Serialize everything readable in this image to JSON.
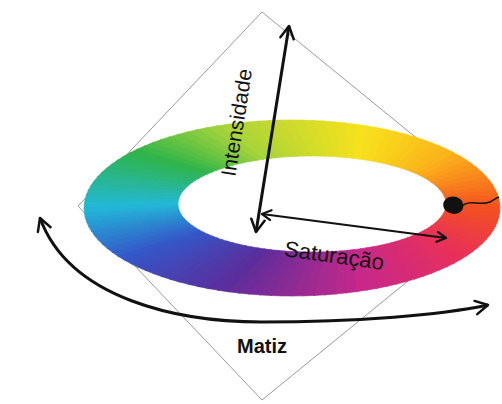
{
  "diagram": {
    "labels": [
      "Intensidade",
      "Saturação",
      "Matiz"
    ]
  }
}
